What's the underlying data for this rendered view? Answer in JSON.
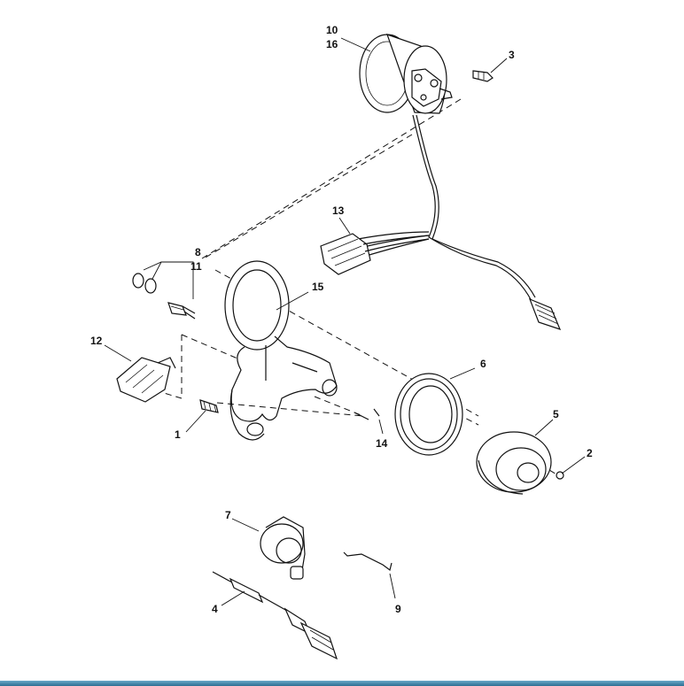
{
  "diagram": {
    "callouts": [
      {
        "id": "c10",
        "text": "10"
      },
      {
        "id": "c16",
        "text": "16"
      },
      {
        "id": "c3",
        "text": "3"
      },
      {
        "id": "c13",
        "text": "13"
      },
      {
        "id": "c8",
        "text": "8"
      },
      {
        "id": "c11",
        "text": "11"
      },
      {
        "id": "c15",
        "text": "15"
      },
      {
        "id": "c12",
        "text": "12"
      },
      {
        "id": "c6",
        "text": "6"
      },
      {
        "id": "c5",
        "text": "5"
      },
      {
        "id": "c2",
        "text": "2"
      },
      {
        "id": "c1",
        "text": "1"
      },
      {
        "id": "c14",
        "text": "14"
      },
      {
        "id": "c7",
        "text": "7"
      },
      {
        "id": "c9",
        "text": "9"
      },
      {
        "id": "c4",
        "text": "4"
      }
    ]
  },
  "colors": {
    "ink": "#111111",
    "background": "#ffffff",
    "bottom_bar": "#2d6f93"
  }
}
